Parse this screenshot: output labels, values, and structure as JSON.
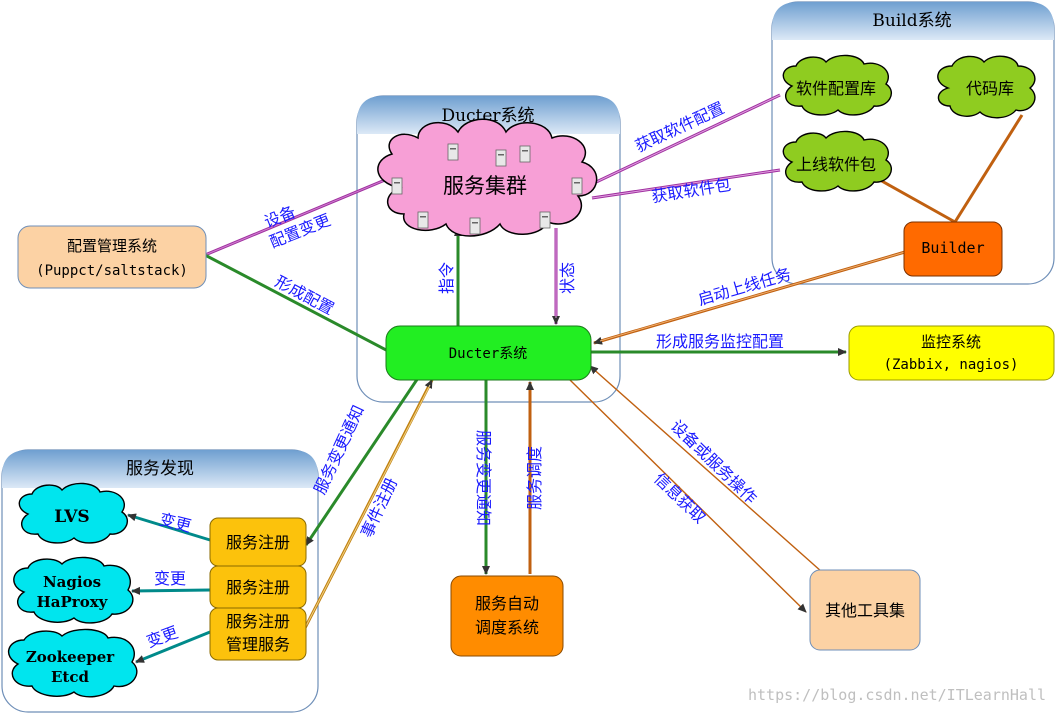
{
  "groups": {
    "ducter": "Ducter系统",
    "build": "Build系统",
    "discovery": "服务发现"
  },
  "nodes": {
    "cluster": "服务集群",
    "config_system_line1": "配置管理系统",
    "config_system_line2": "(Puppct/saltstack)",
    "ducter_core": "Ducter系统",
    "monitor_line1": "监控系统",
    "monitor_line2": "(Zabbix, nagios)",
    "builder": "Builder",
    "software_config_repo": "软件配置库",
    "code_repo": "代码库",
    "release_package": "上线软件包",
    "lvs": "LVS",
    "nagios_line1": "Nagios",
    "nagios_line2": "HaProxy",
    "zookeeper_line1": "Zookeeper",
    "zookeeper_line2": "Etcd",
    "register1": "服务注册",
    "register2": "服务注册",
    "register3_line1": "服务注册",
    "register3_line2": "管理服务",
    "scheduler_line1": "服务自动",
    "scheduler_line2": "调度系统",
    "tools": "其他工具集"
  },
  "edges": {
    "device": "设备",
    "config_change": "配置变更",
    "form_config": "形成配置",
    "get_software_config": "获取软件配置",
    "get_package": "获取软件包",
    "command": "指令",
    "status": "状态",
    "start_release": "启动上线任务",
    "monitor_config": "形成服务监控配置",
    "service_change_notify_left": "服务变更通知",
    "event_register": "事件注册",
    "service_change_notify_mid": "服务变更通知",
    "service_schedule": "服务调度",
    "device_service_ops": "设备或服务操作",
    "info_fetch": "信息获取",
    "change1": "变更",
    "change2": "变更",
    "change3": "变更"
  },
  "watermark": "https://blog.csdn.net/ITLearnHall"
}
